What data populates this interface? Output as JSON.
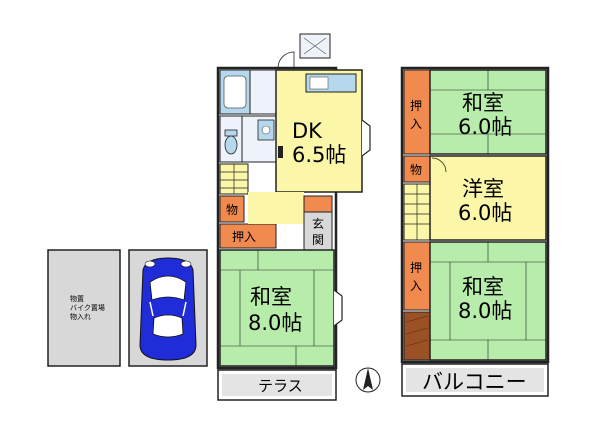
{
  "rooms": {
    "dk": {
      "name": "DK",
      "size": "6.5帖"
    },
    "washitsu_1f": {
      "name": "和室",
      "size": "8.0帖"
    },
    "washitsu_2f_top": {
      "name": "和室",
      "size": "6.0帖"
    },
    "youshitsu": {
      "name": "洋室",
      "size": "6.0帖"
    },
    "washitsu_2f_bottom": {
      "name": "和室",
      "size": "8.0帖"
    }
  },
  "labels": {
    "oshiire_1f": "押入",
    "mono_1f": "物",
    "genkan": "玄関",
    "terrace": "テラス",
    "oshiire_2f_top": "押入",
    "mono_2f": "物",
    "oshiire_2f_bottom": "押入",
    "balcony": "バルコニー",
    "storage_line1": "物置",
    "storage_line2": "バイク置場",
    "storage_line3": "物入れ"
  },
  "colors": {
    "tatami": "#b8ecaa",
    "floor": "#fcf6a8",
    "closet": "#f08a4e",
    "wet": "#eef3fb",
    "fixture": "#b6d8ec",
    "wood": "#9a5224",
    "gray": "#d8d8d8",
    "car": "#1f2cd8",
    "wall": "#222222"
  }
}
